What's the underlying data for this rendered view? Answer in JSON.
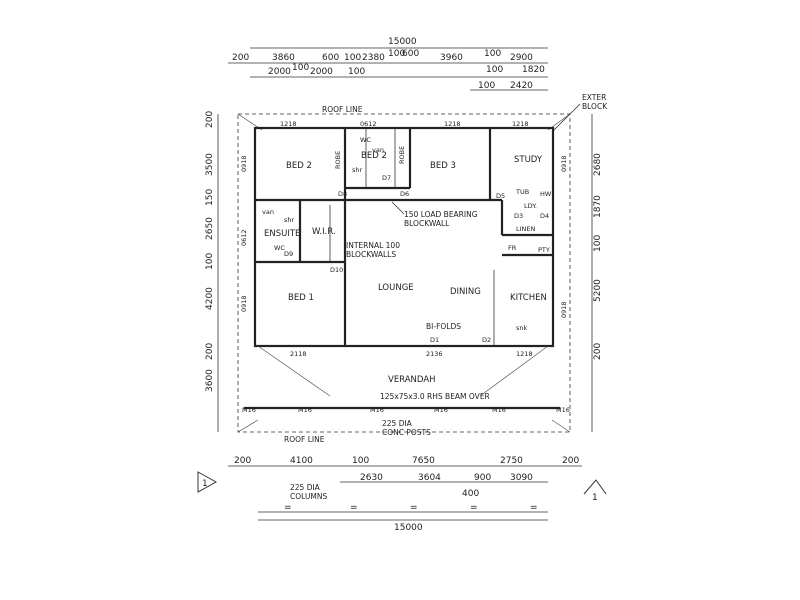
{
  "dimensions": {
    "overall_top": "15000",
    "top_row1": [
      "200",
      "3860",
      "600",
      "100",
      "2380",
      "100",
      "600",
      "3960",
      "100",
      "2900"
    ],
    "top_row2": [
      "2000",
      "100",
      "2000",
      "100",
      "100",
      "1820"
    ],
    "top_row3": [
      "100",
      "2420"
    ],
    "left_side": [
      "200",
      "3500",
      "150",
      "2650",
      "100",
      "4200",
      "200",
      "3600"
    ],
    "right_side": [
      "2680",
      "1870",
      "100",
      "5200",
      "200"
    ],
    "bottom_row1": [
      "200",
      "4100",
      "100",
      "7650",
      "2750",
      "200"
    ],
    "bottom_row2": [
      "2630",
      "3604",
      "900",
      "3090"
    ],
    "bottom_row3": "400",
    "overall_bottom": "15000",
    "windows": [
      "1218",
      "0612",
      "1218",
      "1218",
      "0918",
      "0612",
      "0918",
      "0918",
      "0918",
      "2118",
      "2136",
      "1218"
    ]
  },
  "labels": {
    "roof_line_top": "ROOF LINE",
    "roof_line_bottom": "ROOF LINE",
    "exter_block": [
      "EXTER",
      "BLOCK"
    ],
    "bed2": "BED 2",
    "bed2b": "BED 2",
    "bed3": "BED 3",
    "study": "STUDY",
    "ensuite": "ENSUITE",
    "wir": "W.I.R.",
    "bed1": "BED 1",
    "lounge": "LOUNGE",
    "dining": "DINING",
    "kitchen": "KITCHEN",
    "verandah": "VERANDAH",
    "robe": "ROBE",
    "wc": "WC",
    "van": "van",
    "shr": "shr",
    "tub": "TUB",
    "hw": "HW",
    "ldy": "LDY.",
    "linen": "LINEN",
    "fr": "FR",
    "pty": "PTY",
    "snk": "snk",
    "bifolds": "BI-FOLDS",
    "load_bearing": [
      "150 LOAD BEARING",
      "BLOCKWALL"
    ],
    "internal_walls": [
      "INTERNAL 100",
      "BLOCKWALLS"
    ],
    "beam": "125x75x3.0 RHS BEAM OVER",
    "posts": [
      "225 DIA",
      "CONC POSTS"
    ],
    "columns": [
      "225 DIA",
      "COLUMNS"
    ],
    "m16": "M16",
    "doors": [
      "D7",
      "D6",
      "D8",
      "D5",
      "D3",
      "D4",
      "D9",
      "D10",
      "D1",
      "D2"
    ],
    "marker_left": "1",
    "marker_right": "1",
    "equals": "="
  }
}
